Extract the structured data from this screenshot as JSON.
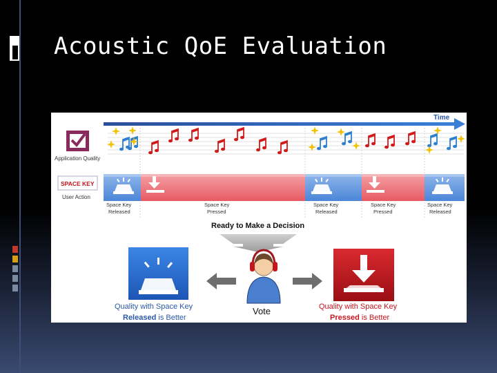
{
  "slide": {
    "title": "Acoustic QoE Evaluation"
  },
  "figure": {
    "time_label": "Time",
    "application_quality_label": "Application Quality",
    "space_key_label": "SPACE KEY",
    "user_action_label": "User Action",
    "phases": [
      {
        "label_line1": "Space Key",
        "label_line2": "Released",
        "state": "released"
      },
      {
        "label_line1": "Space Key",
        "label_line2": "Pressed",
        "state": "pressed"
      },
      {
        "label_line1": "Space Key",
        "label_line2": "Released",
        "state": "released"
      },
      {
        "label_line1": "Space Key",
        "label_line2": "Pressed",
        "state": "pressed"
      },
      {
        "label_line1": "Space Key",
        "label_line2": "Released",
        "state": "released"
      }
    ],
    "decision_label": "Ready to Make a Decision",
    "vote_label": "Vote",
    "released_caption_line1": "Quality with Space Key",
    "released_caption_bold": "Released",
    "released_caption_rest": " is Better",
    "pressed_caption_line1": "Quality with Space Key",
    "pressed_caption_bold": "Pressed",
    "pressed_caption_rest": " is Better"
  },
  "colors": {
    "released_blue": "#2a6fd6",
    "pressed_red": "#c4161c",
    "note_blue": "#2d7fd0",
    "note_red": "#d11a1a",
    "sparkle": "#f2c200",
    "checkbox": "#8a2a5c",
    "caption_blue": "#2a5aa8",
    "caption_red": "#c4161c"
  },
  "icons": [
    "checkbox-icon",
    "music-note-icon",
    "sparkle-icon",
    "space-key-released-icon",
    "space-key-pressed-icon",
    "listener-headphones-icon",
    "arrow-left-icon",
    "arrow-right-icon",
    "arrow-down-icon"
  ]
}
